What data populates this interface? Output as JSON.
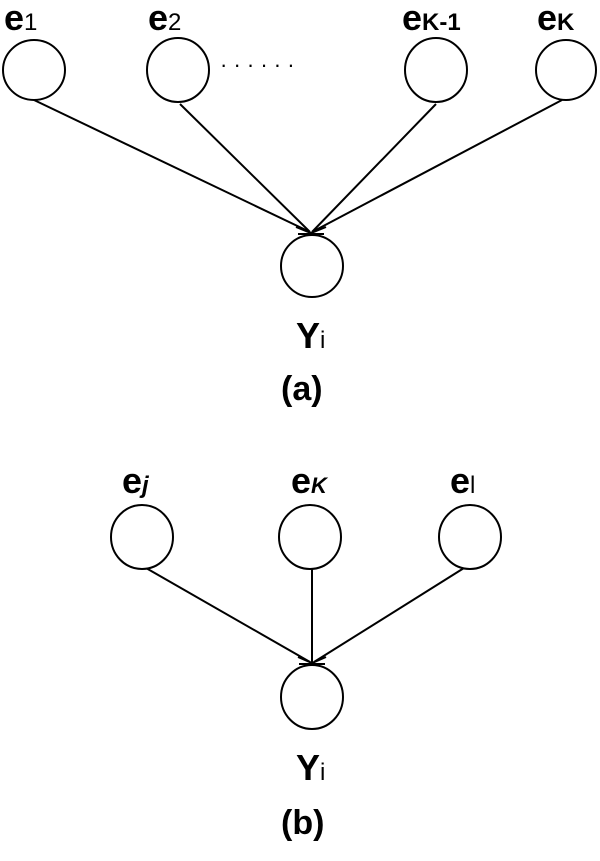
{
  "diagram_a": {
    "nodes": [
      {
        "id": "e1",
        "base": "e",
        "sub": "1"
      },
      {
        "id": "e2",
        "base": "e",
        "sub": "2"
      },
      {
        "id": "eK-1",
        "base": "e",
        "sub": "K-1"
      },
      {
        "id": "eK",
        "base": "e",
        "sub": "K"
      },
      {
        "id": "Yi",
        "base": "Y",
        "sub": "i"
      }
    ],
    "ellipsis": "· · · · · ·",
    "caption": "(a)"
  },
  "diagram_b": {
    "nodes": [
      {
        "id": "ej",
        "base": "e",
        "sub": "j"
      },
      {
        "id": "eK",
        "base": "e",
        "sub": "K"
      },
      {
        "id": "el",
        "base": "e",
        "sub": "l"
      },
      {
        "id": "Yi",
        "base": "Y",
        "sub": "i"
      }
    ],
    "caption": "(b)"
  },
  "colors": {
    "stroke": "#000000",
    "background": "#ffffff"
  }
}
